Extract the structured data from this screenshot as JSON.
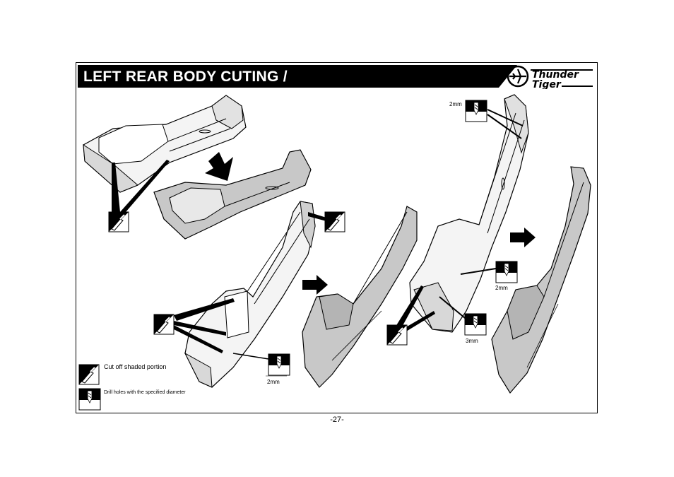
{
  "header": {
    "title": "LEFT REAR BODY CUTING /",
    "brand_line1": "Thunder",
    "brand_line2": "Tiger"
  },
  "callouts": {
    "drill_top": "2mm",
    "drill_bottom_left": "2mm",
    "drill_right_upper": "2mm",
    "drill_right_lower": "3mm"
  },
  "legend": {
    "cut_text": "Cut off shaded portion",
    "drill_text": "Drill holes with the specified diameter"
  },
  "footer": {
    "page_number": "-27-"
  },
  "colors": {
    "title_bg": "#000000",
    "title_text": "#ffffff",
    "shaded_part": "#c8c8c8",
    "outline": "#000000"
  },
  "icons": {
    "cut": "knife-cut-icon",
    "drill": "drill-bit-icon",
    "arrow": "step-arrow-icon",
    "logo": "airplane-logo-icon"
  }
}
